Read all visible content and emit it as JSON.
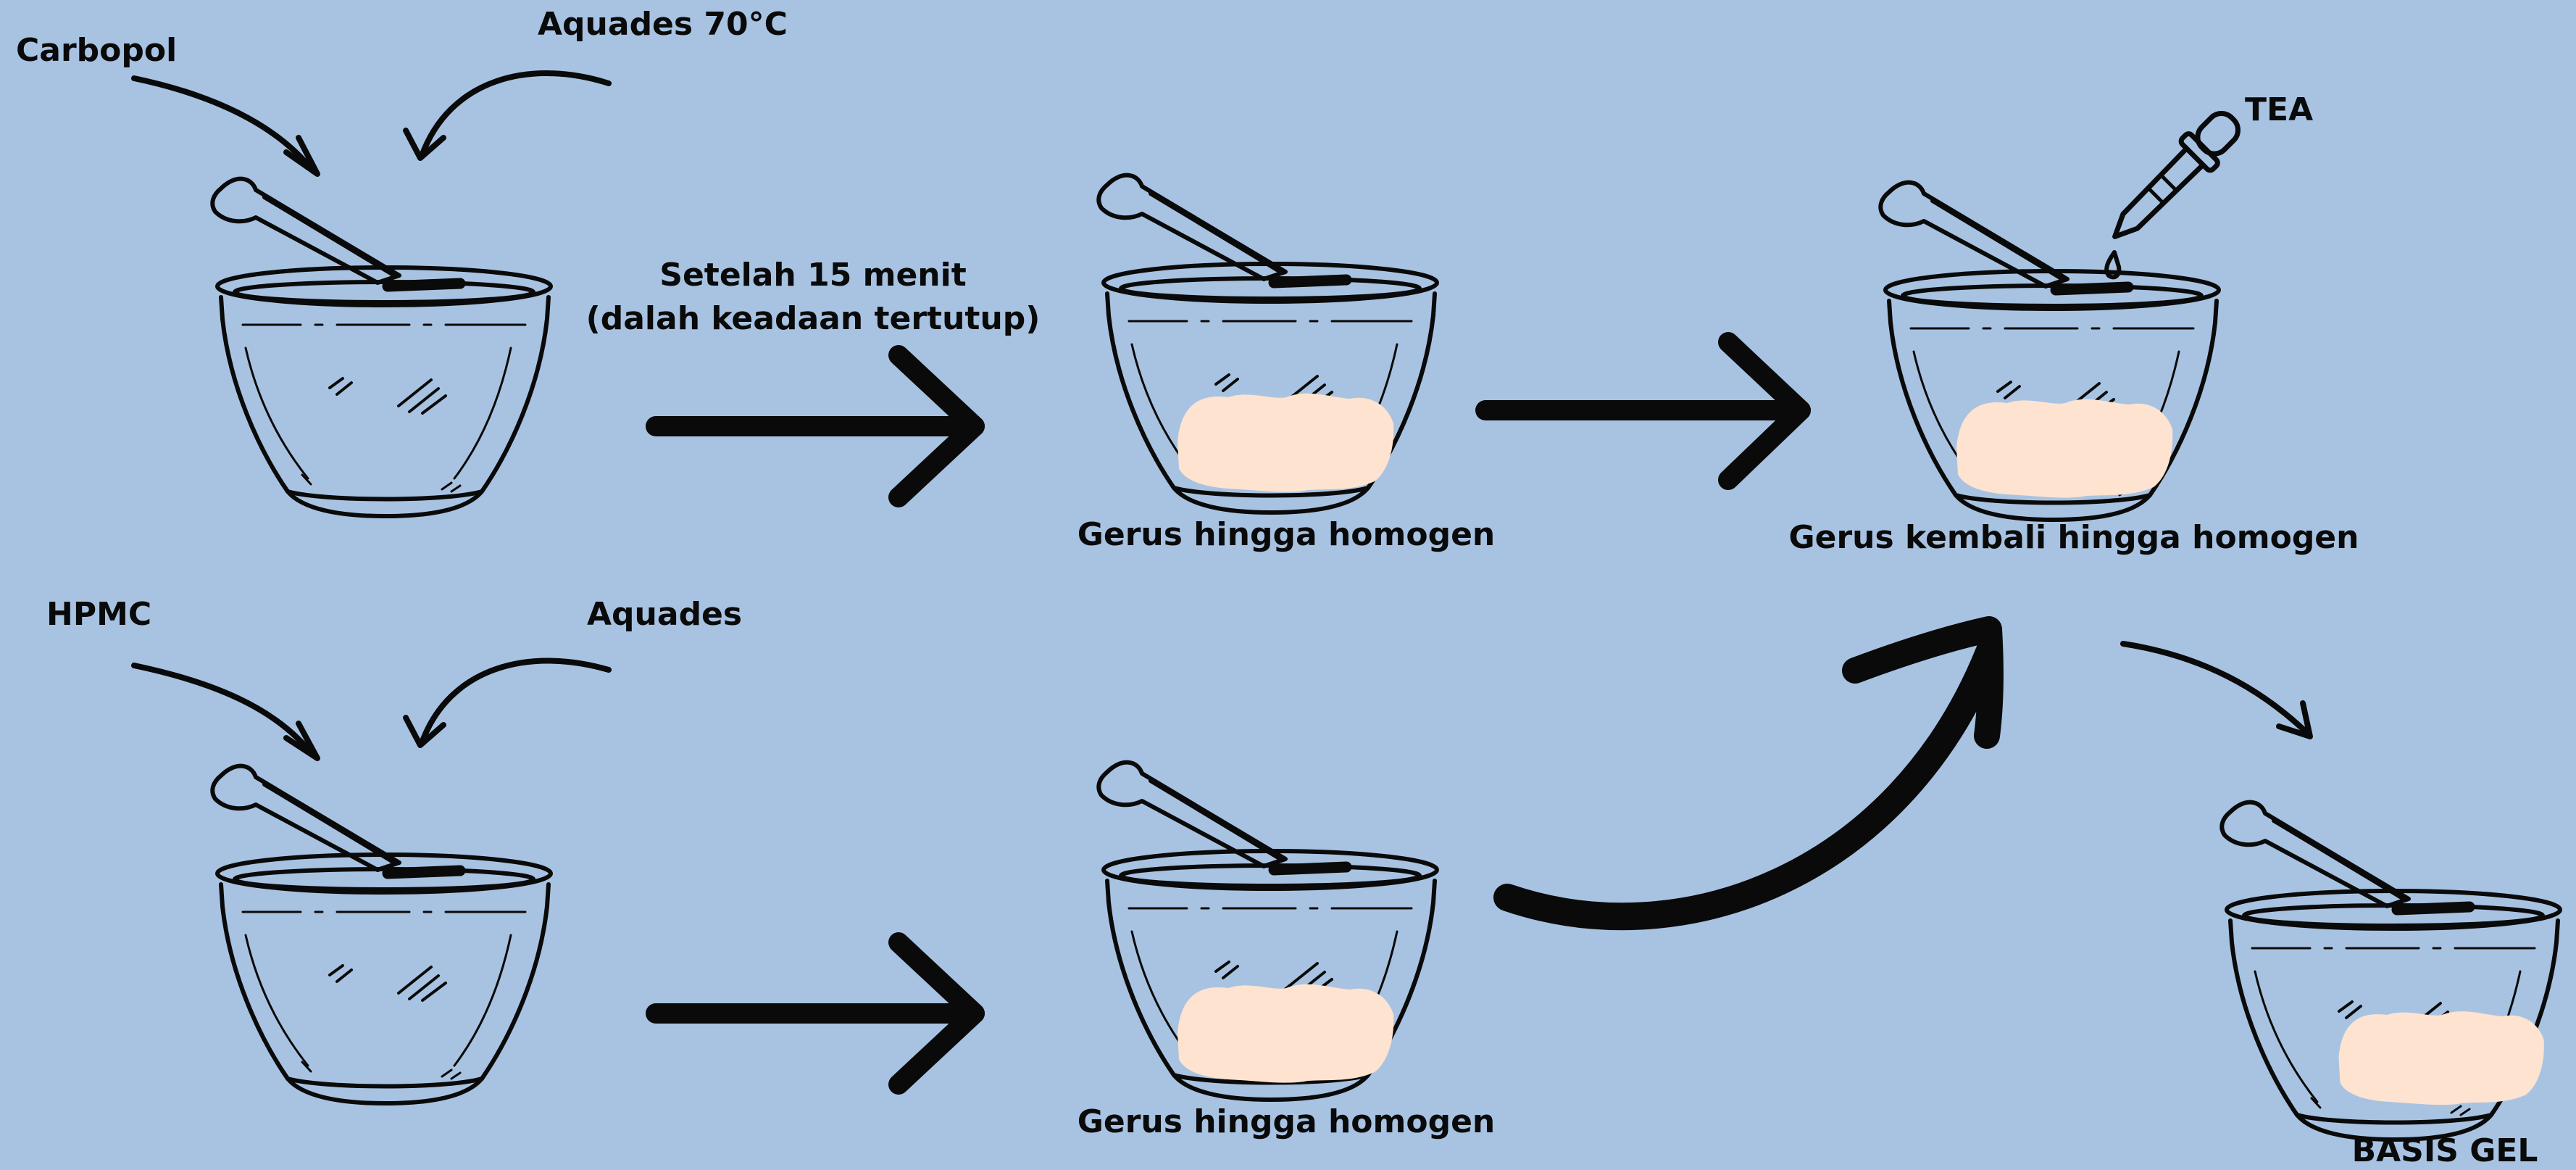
{
  "background_color": "#a8c3e2",
  "paste_color": "#fde3d0",
  "ink_color": "#0a0a0a",
  "labels": {
    "carbopol": "Carbopol",
    "aquades_70": "Aquades 70°C",
    "wait_line1": "Setelah 15 menit",
    "wait_line2": "(dalah keadaan tertutup)",
    "grind_top": "Gerus hingga homogen",
    "tea": "TEA",
    "grind_again": "Gerus kembali hingga homogen",
    "hpmc": "HPMC",
    "aquades": "Aquades",
    "grind_bottom": "Gerus hingga homogen",
    "result": "BASIS GEL"
  },
  "icons": {
    "mortar": "mortar-and-pestle-icon",
    "dropper": "dropper-icon",
    "arrow": "arrow-icon"
  }
}
